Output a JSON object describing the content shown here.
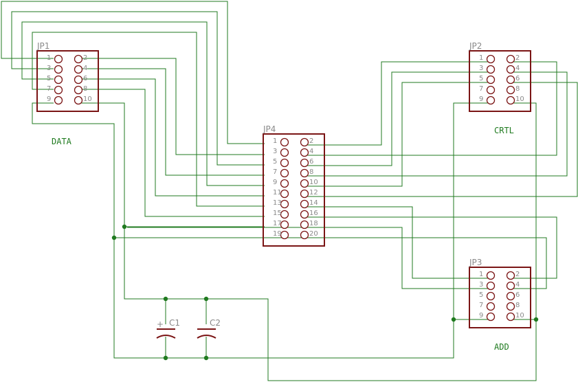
{
  "connectors": {
    "jp1": {
      "name": "JP1",
      "pins_odd": [
        "1",
        "3",
        "5",
        "7",
        "9"
      ],
      "pins_even": [
        "2",
        "4",
        "6",
        "8",
        "10"
      ]
    },
    "jp2": {
      "name": "JP2",
      "pins_odd": [
        "1",
        "3",
        "5",
        "7",
        "9"
      ],
      "pins_even": [
        "2",
        "4",
        "6",
        "8",
        "10"
      ]
    },
    "jp3": {
      "name": "JP3",
      "pins_odd": [
        "1",
        "3",
        "5",
        "7",
        "9"
      ],
      "pins_even": [
        "2",
        "4",
        "6",
        "8",
        "10"
      ]
    },
    "jp4": {
      "name": "JP4",
      "pins_odd": [
        "1",
        "3",
        "5",
        "7",
        "9",
        "11",
        "13",
        "15",
        "17",
        "19"
      ],
      "pins_even": [
        "2",
        "4",
        "6",
        "8",
        "10",
        "12",
        "14",
        "16",
        "18",
        "20"
      ]
    }
  },
  "capacitors": {
    "c1": {
      "name": "C1",
      "polarity": "+"
    },
    "c2": {
      "name": "C2"
    }
  },
  "net_labels": {
    "data": "DATA",
    "crtl": "CRTL",
    "add": "ADD"
  },
  "colors": {
    "wire": "#1f7a1f",
    "part": "#7a1414",
    "label": "#8a8a8a"
  }
}
